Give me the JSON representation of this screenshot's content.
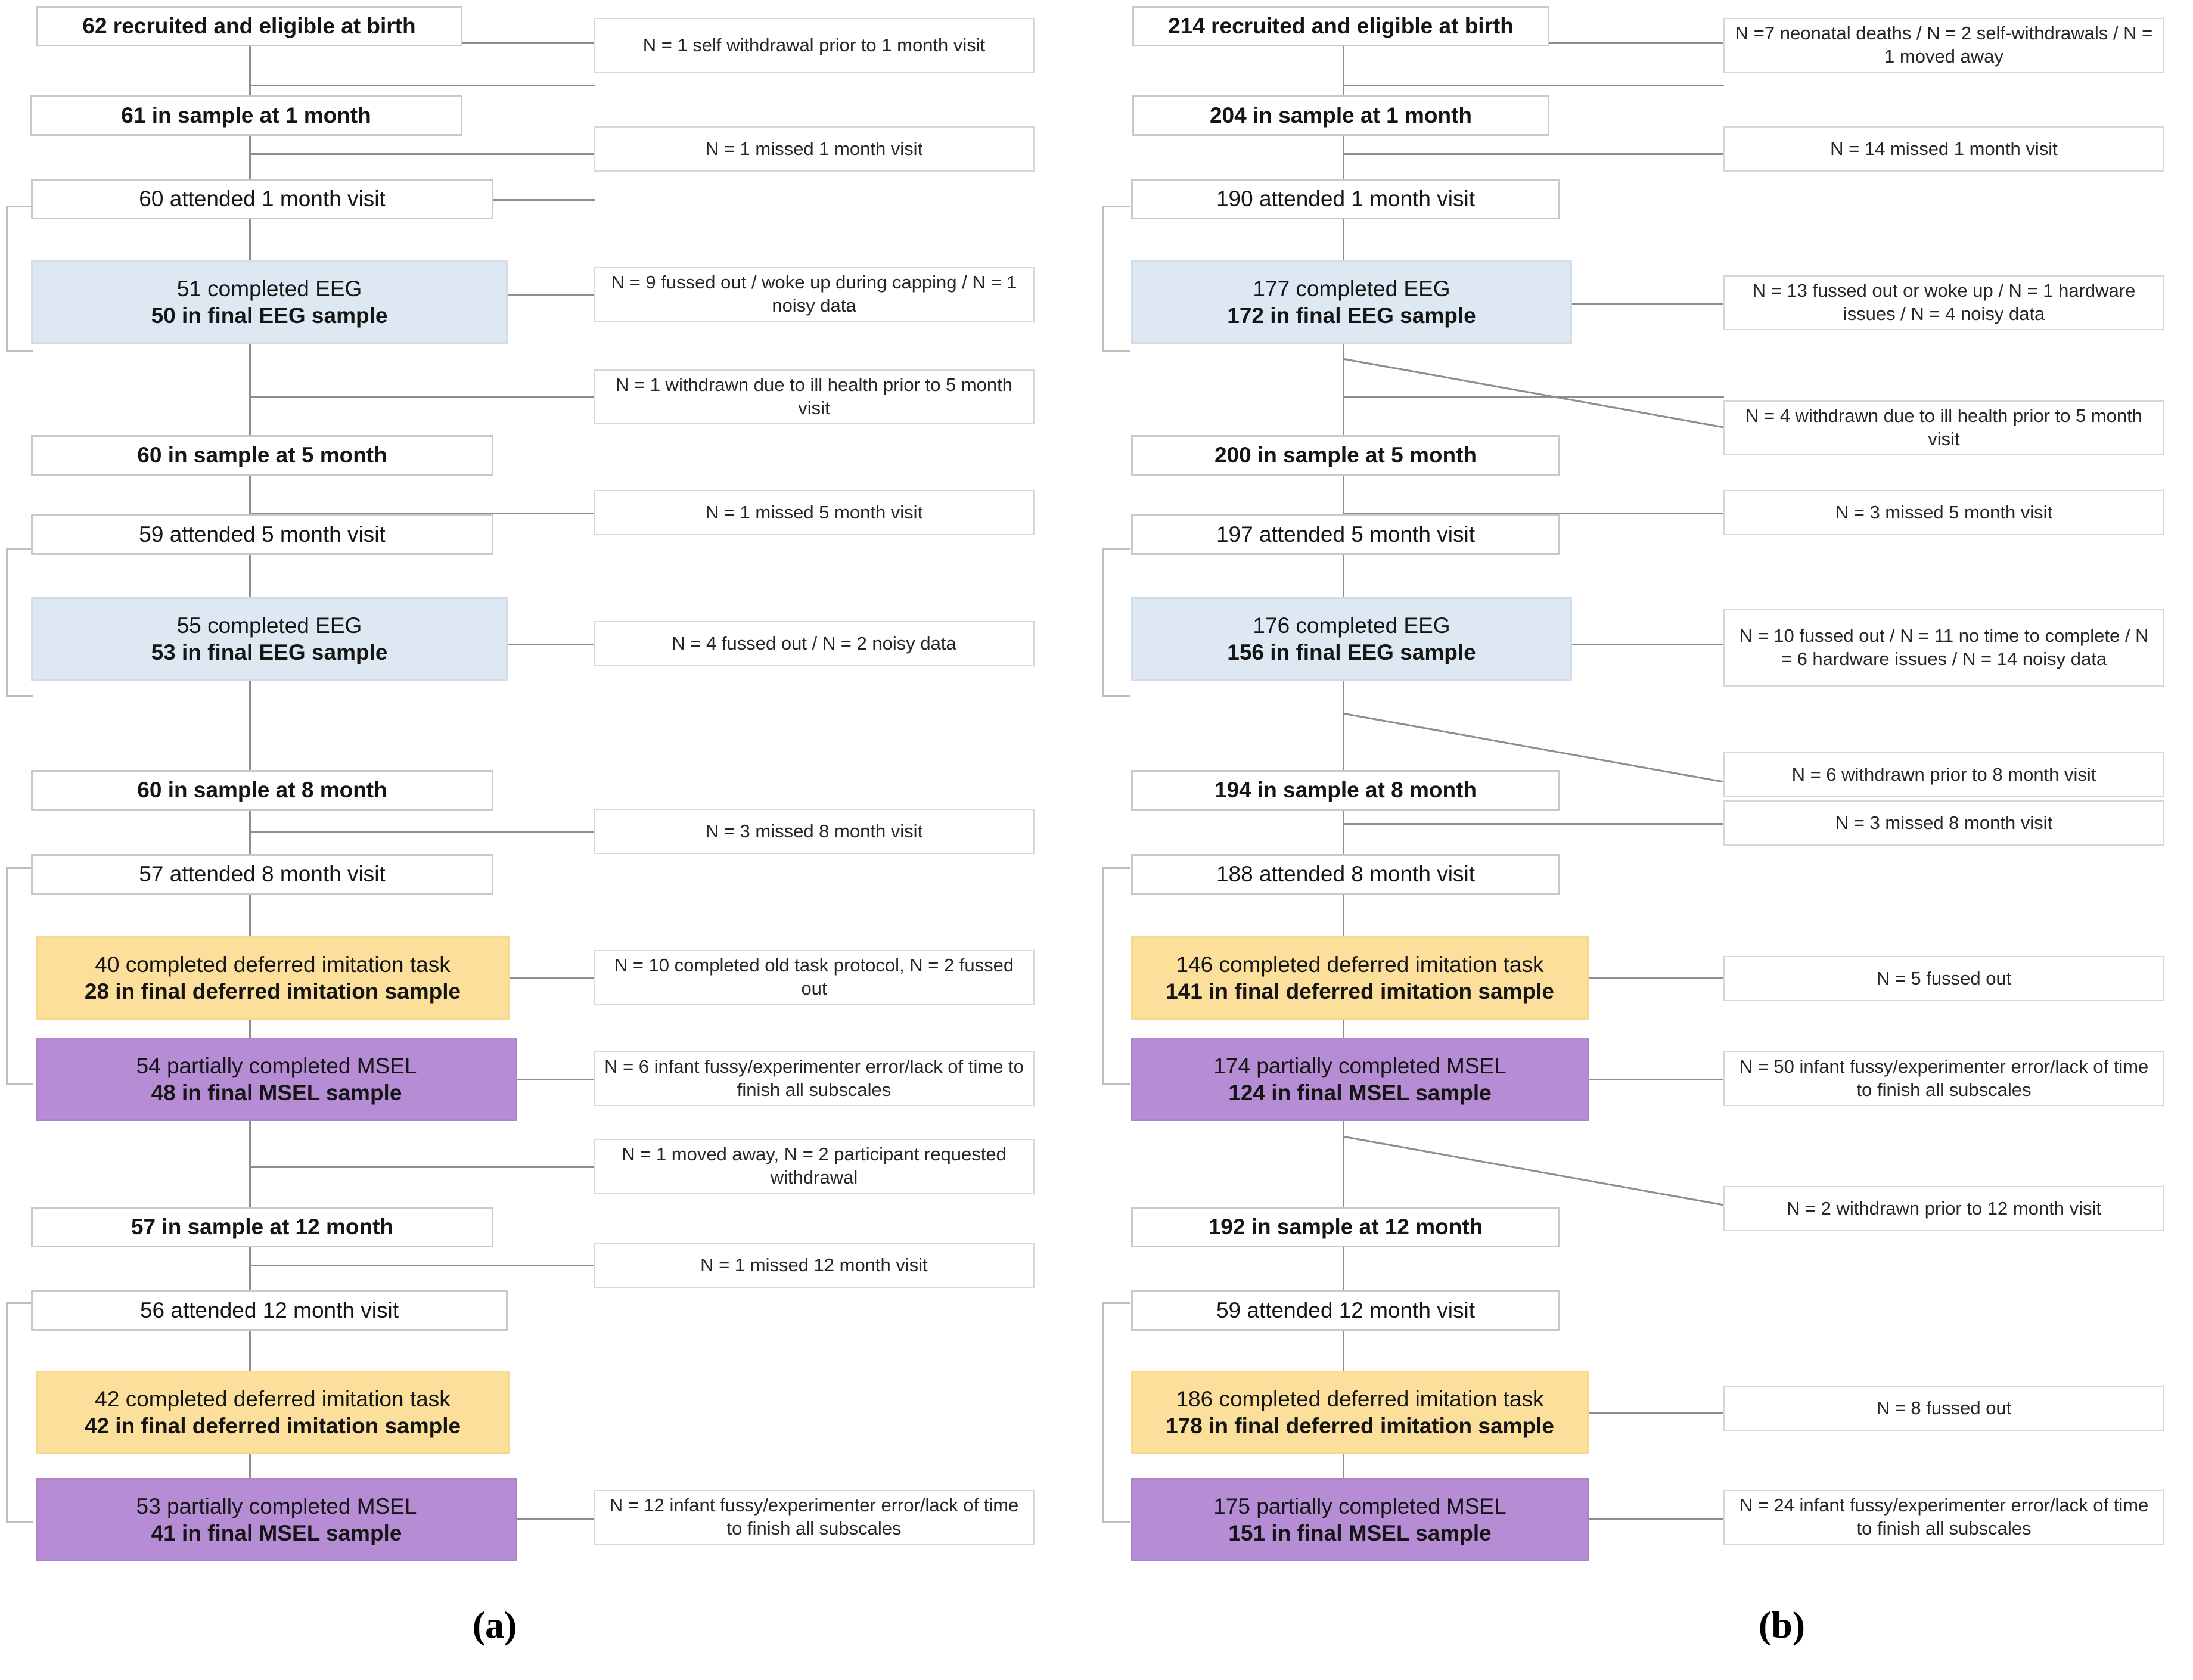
{
  "figure": {
    "panels": [
      {
        "id": "a",
        "caption": "(a)",
        "nodes": [
          {
            "key": "recruited",
            "line1": "62 recruited and eligible at birth",
            "line2": "",
            "style": "plain-bold"
          },
          {
            "key": "sample1m",
            "line1": "61 in sample at 1 month",
            "line2": "",
            "style": "plain-bold"
          },
          {
            "key": "attended1m",
            "line1": "60 attended 1 month visit",
            "line2": "",
            "style": "plain"
          },
          {
            "key": "eeg1m",
            "line1": "51 completed EEG",
            "line2": "50 in final EEG sample",
            "style": "eeg"
          },
          {
            "key": "sample5m",
            "line1": "60 in sample at 5 month",
            "line2": "",
            "style": "plain-bold"
          },
          {
            "key": "attended5m",
            "line1": "59 attended 5 month visit",
            "line2": "",
            "style": "plain"
          },
          {
            "key": "eeg5m",
            "line1": "55 completed EEG",
            "line2": "53 in final EEG sample",
            "style": "eeg"
          },
          {
            "key": "sample8m",
            "line1": "60 in sample at 8 month",
            "line2": "",
            "style": "plain-bold"
          },
          {
            "key": "attended8m",
            "line1": "57 attended 8 month visit",
            "line2": "",
            "style": "plain"
          },
          {
            "key": "imit8m",
            "line1": "40 completed deferred imitation task",
            "line2": "28 in final deferred imitation sample",
            "style": "imit"
          },
          {
            "key": "msel8m",
            "line1": "54 partially completed MSEL",
            "line2": "48 in final MSEL sample",
            "style": "msel"
          },
          {
            "key": "sample12m",
            "line1": "57 in sample at 12 month",
            "line2": "",
            "style": "plain-bold"
          },
          {
            "key": "attended12m",
            "line1": "56 attended 12 month visit",
            "line2": "",
            "style": "plain"
          },
          {
            "key": "imit12m",
            "line1": "42 completed deferred imitation task",
            "line2": "42 in final deferred imitation sample",
            "style": "imit"
          },
          {
            "key": "msel12m",
            "line1": "53 partially completed MSEL",
            "line2": "41 in final MSEL sample",
            "style": "msel"
          }
        ],
        "notes": [
          {
            "key": "n1",
            "text": "N = 1 self withdrawal prior to 1 month visit"
          },
          {
            "key": "n2",
            "text": "N = 1 missed 1 month visit"
          },
          {
            "key": "n3",
            "text": "N = 9 fussed out / woke up during capping / N = 1 noisy data"
          },
          {
            "key": "n4",
            "text": "N = 1 withdrawn due to ill health prior to 5 month visit"
          },
          {
            "key": "n5",
            "text": "N = 1 missed 5 month visit"
          },
          {
            "key": "n6",
            "text": "N = 4 fussed out / N = 2 noisy data"
          },
          {
            "key": "n7",
            "text": "N = 3 missed 8 month visit"
          },
          {
            "key": "n8",
            "text": "N = 10 completed old task protocol, N = 2 fussed out"
          },
          {
            "key": "n9",
            "text": "N = 6 infant fussy/experimenter error/lack of time to finish all subscales"
          },
          {
            "key": "n10",
            "text": "N = 1 moved away, N = 2 participant requested withdrawal"
          },
          {
            "key": "n11",
            "text": "N = 1 missed 12 month visit"
          },
          {
            "key": "n12",
            "text": "N = 12 infant fussy/experimenter error/lack of time to finish all subscales"
          }
        ]
      },
      {
        "id": "b",
        "caption": "(b)",
        "nodes": [
          {
            "key": "recruited",
            "line1": "214 recruited and eligible at birth",
            "line2": "",
            "style": "plain-bold"
          },
          {
            "key": "sample1m",
            "line1": "204 in sample at 1 month",
            "line2": "",
            "style": "plain-bold"
          },
          {
            "key": "attended1m",
            "line1": "190 attended 1 month visit",
            "line2": "",
            "style": "plain"
          },
          {
            "key": "eeg1m",
            "line1": "177 completed EEG",
            "line2": "172 in final EEG sample",
            "style": "eeg"
          },
          {
            "key": "sample5m",
            "line1": "200 in sample at 5 month",
            "line2": "",
            "style": "plain-bold"
          },
          {
            "key": "attended5m",
            "line1": "197 attended 5 month visit",
            "line2": "",
            "style": "plain"
          },
          {
            "key": "eeg5m",
            "line1": "176 completed EEG",
            "line2": "156 in final EEG sample",
            "style": "eeg"
          },
          {
            "key": "sample8m",
            "line1": "194 in sample at 8 month",
            "line2": "",
            "style": "plain-bold"
          },
          {
            "key": "attended8m",
            "line1": "188 attended 8 month visit",
            "line2": "",
            "style": "plain"
          },
          {
            "key": "imit8m",
            "line1": "146 completed deferred imitation task",
            "line2": "141 in final deferred imitation sample",
            "style": "imit"
          },
          {
            "key": "msel8m",
            "line1": "174 partially completed MSEL",
            "line2": "124 in final MSEL sample",
            "style": "msel"
          },
          {
            "key": "sample12m",
            "line1": "192 in sample at 12 month",
            "line2": "",
            "style": "plain-bold"
          },
          {
            "key": "attended12m",
            "line1": "59 attended 12 month visit",
            "line2": "",
            "style": "plain"
          },
          {
            "key": "imit12m",
            "line1": "186 completed deferred imitation task",
            "line2": "178 in final deferred imitation sample",
            "style": "imit"
          },
          {
            "key": "msel12m",
            "line1": "175 partially completed MSEL",
            "line2": "151 in final MSEL sample",
            "style": "msel"
          }
        ],
        "notes": [
          {
            "key": "n1",
            "text": "N =7 neonatal deaths / N = 2 self-withdrawals / N = 1 moved away"
          },
          {
            "key": "n2",
            "text": "N = 14 missed 1 month visit"
          },
          {
            "key": "n3",
            "text": "N = 13 fussed out or woke up / N = 1 hardware issues / N = 4 noisy data"
          },
          {
            "key": "n4",
            "text": "N = 4 withdrawn due to ill health prior to 5 month visit"
          },
          {
            "key": "n5",
            "text": "N = 3 missed 5 month visit"
          },
          {
            "key": "n6",
            "text": "N = 10 fussed out / N = 11 no time to complete / N = 6 hardware issues / N = 14 noisy data"
          },
          {
            "key": "n7",
            "text": "N = 6 withdrawn prior to 8 month visit"
          },
          {
            "key": "n8",
            "text": "N = 3 missed 8 month visit"
          },
          {
            "key": "n9",
            "text": "N = 5 fussed out"
          },
          {
            "key": "n10",
            "text": "N = 50 infant fussy/experimenter error/lack of time to finish all subscales"
          },
          {
            "key": "n11",
            "text": "N = 2 withdrawn prior to 12 month visit"
          },
          {
            "key": "n12",
            "text": "N = 8 fussed out"
          },
          {
            "key": "n13",
            "text": "N = 24 infant fussy/experimenter error/lack of time to finish all subscales"
          }
        ]
      }
    ],
    "colors": {
      "eeg_fill": "#dde8f3",
      "imitation_fill": "#fbdf9b",
      "msel_fill": "#b68dd4",
      "box_border": "#c9c9c9",
      "connector": "#8d8d8d",
      "note_border": "#d8d8d8",
      "text": "#151515"
    }
  }
}
